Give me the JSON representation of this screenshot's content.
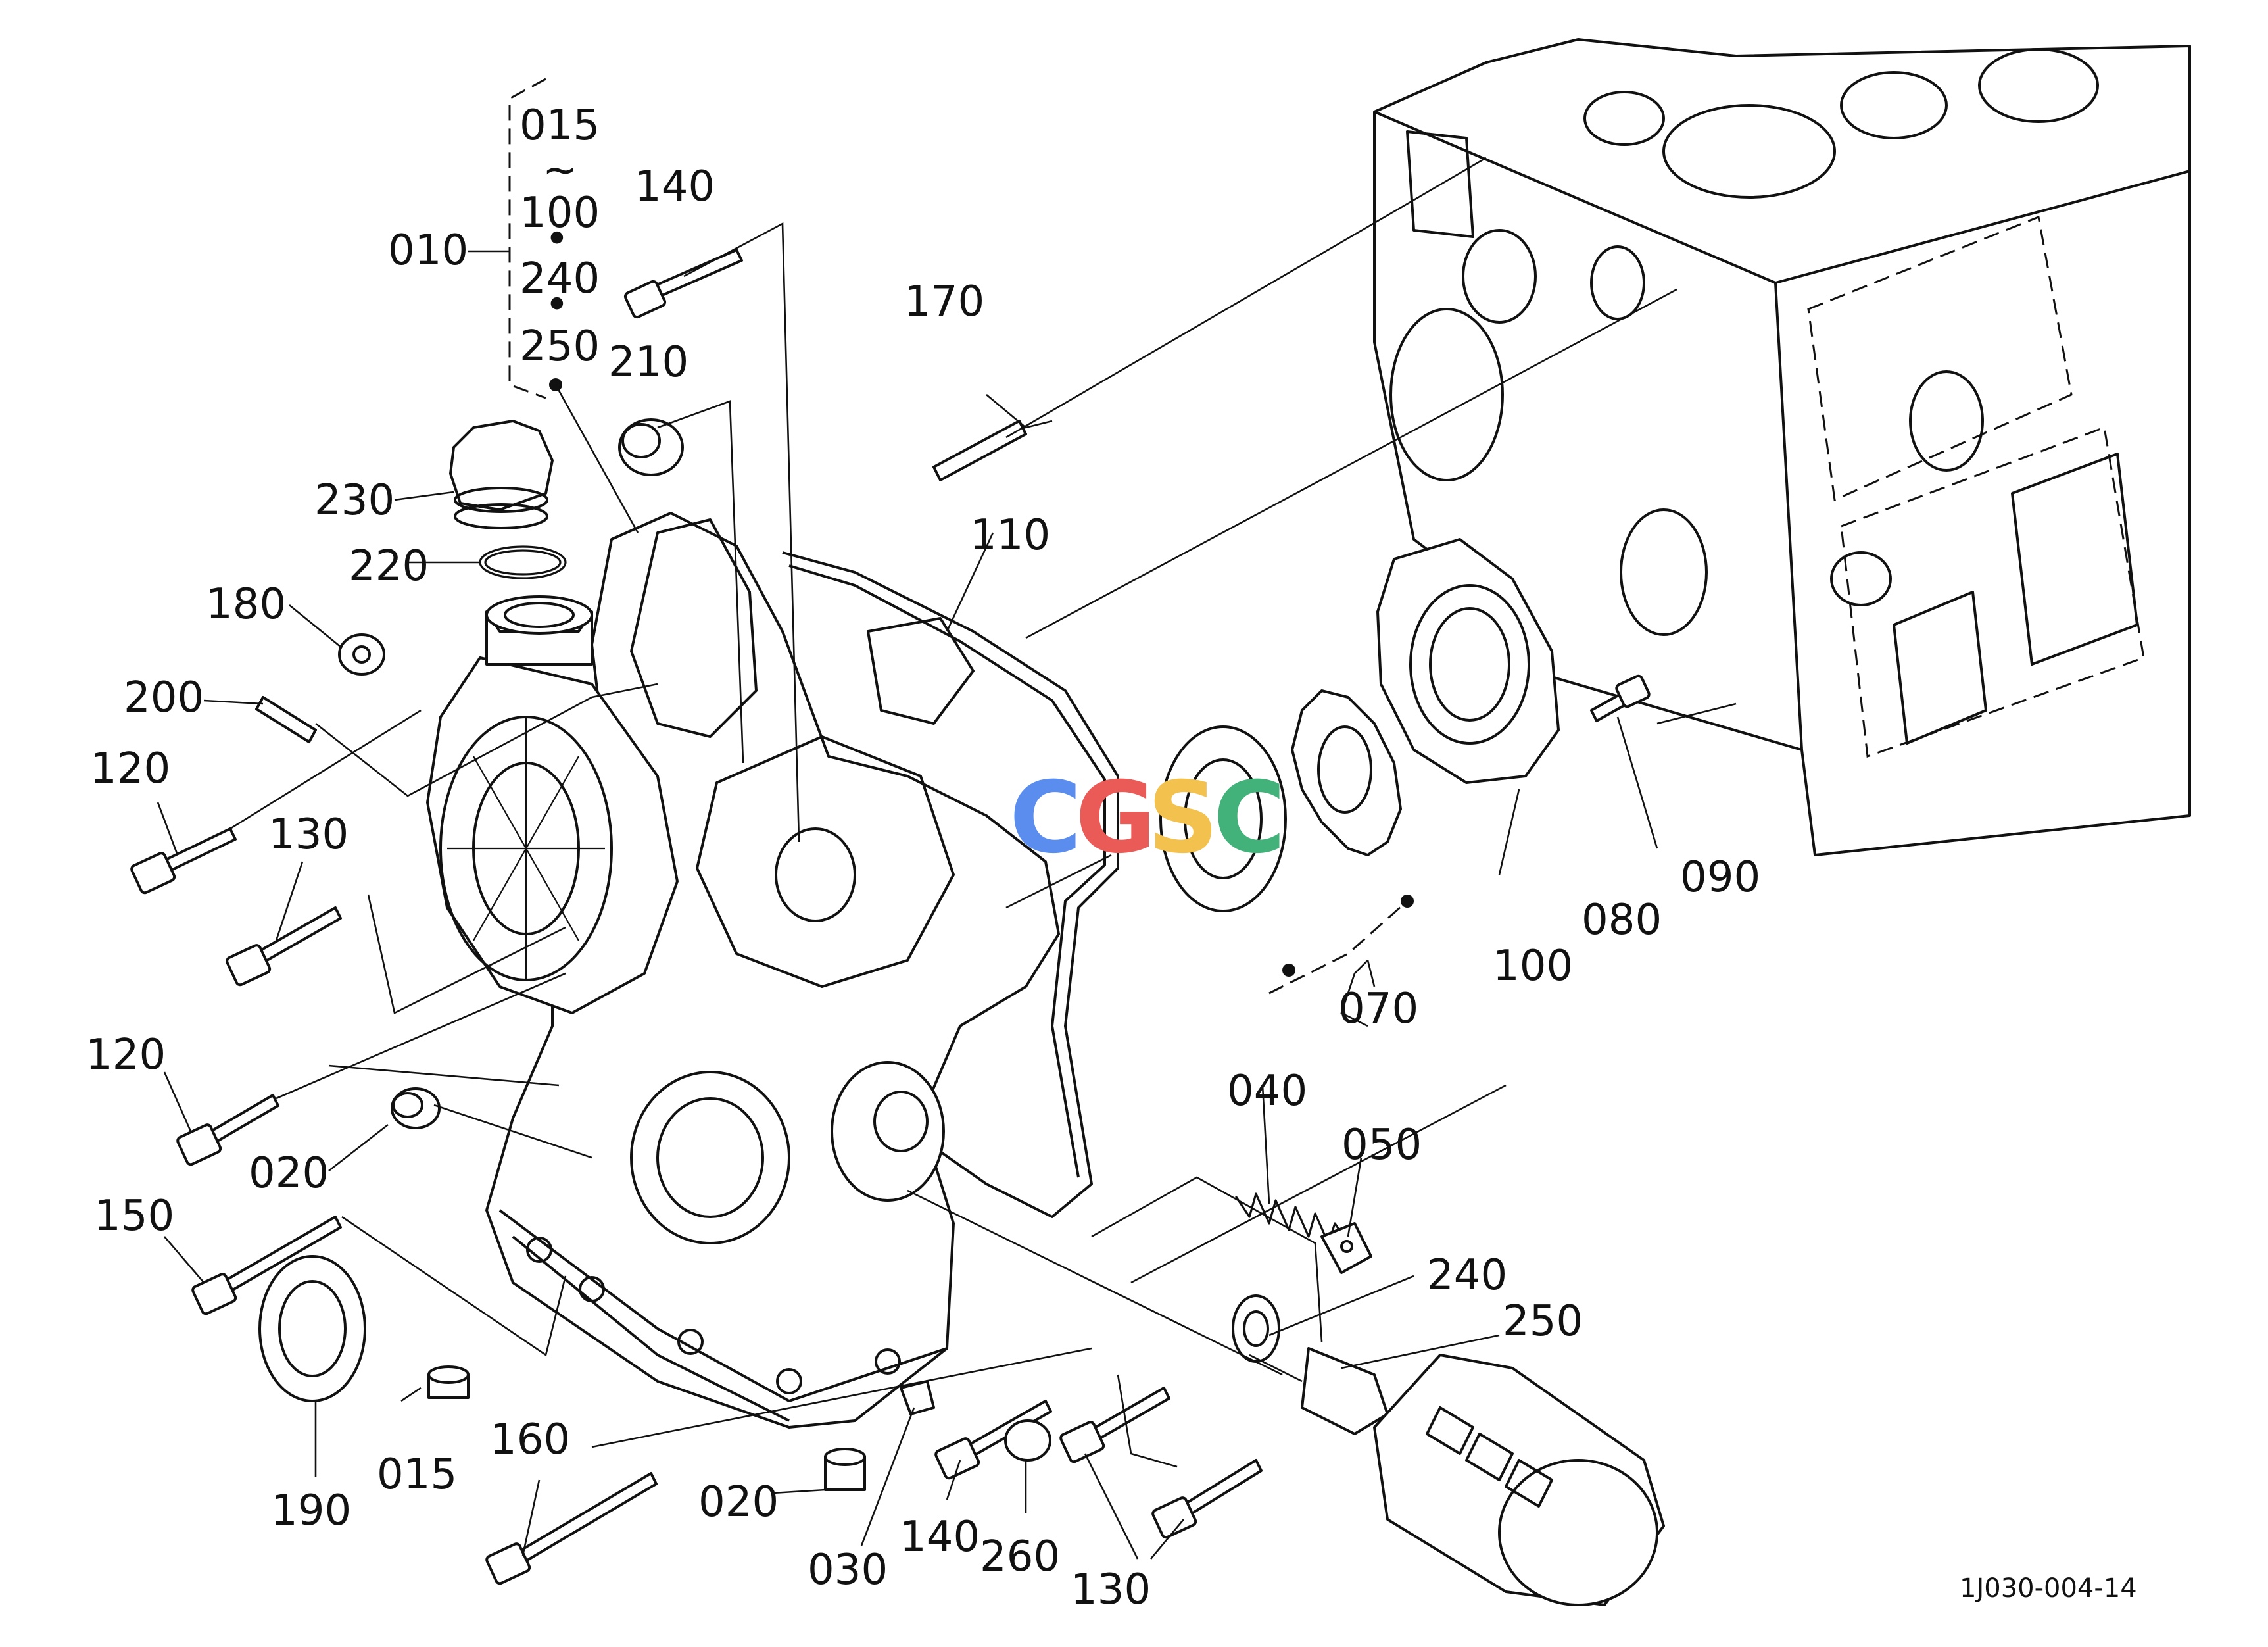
{
  "diagram": {
    "drawing_number": "1J030-004-14",
    "watermark": {
      "letters": [
        "C",
        "G",
        "S",
        "C"
      ],
      "colors": [
        "#5b8def",
        "#ea5b57",
        "#f2c14e",
        "#43b27a"
      ]
    },
    "group_bracket": {
      "label": "010",
      "items": [
        "015",
        "~",
        "100",
        "•",
        "240",
        "•",
        "250"
      ]
    },
    "callouts": [
      "140",
      "170",
      "210",
      "230",
      "220",
      "180",
      "110",
      "200",
      "120",
      "130",
      "090",
      "080",
      "100",
      "070",
      "120",
      "020",
      "040",
      "050",
      "150",
      "240",
      "250",
      "190",
      "015",
      "160",
      "020",
      "030",
      "140",
      "260",
      "130"
    ]
  }
}
